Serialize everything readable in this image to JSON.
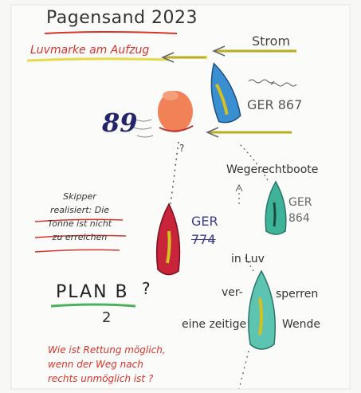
{
  "title": "Pagensand 2023",
  "subtitle": "Luvmarke am Aufzug",
  "current_label": "Strom",
  "buoy_label": "89",
  "boat_867": "GER 867",
  "right_of_way_label": "Wegerechtboote",
  "boat_864_line1": "GER",
  "boat_864_line2": "864",
  "boat_774_line1": "GER",
  "boat_774_line2": "774",
  "skipper_note": [
    "Skipper",
    "realisiert: Die",
    "Tonne ist nicht",
    "zu erreichen"
  ],
  "in_luv": "in Luv",
  "ver": "ver-",
  "sperren": "sperren",
  "plan_b": "PLAN B",
  "plan_b_q": "?",
  "plan_b_2": "2",
  "eine_zeitige": "eine zeitige",
  "wende": "Wende",
  "rescue_question": [
    "Wie ist Rettung möglich,",
    "wenn der Weg nach",
    "rechts unmöglich ist ?"
  ],
  "colors": {
    "accent_red": "#d9342b",
    "arrow_yellow": "#e6d94a",
    "buoy_orange": "#ef6b3a",
    "boat_blue": "#3a8fd0",
    "boat_green": "#3fb39a",
    "boat_red": "#c8243a",
    "ink_blue": "#24246b"
  }
}
